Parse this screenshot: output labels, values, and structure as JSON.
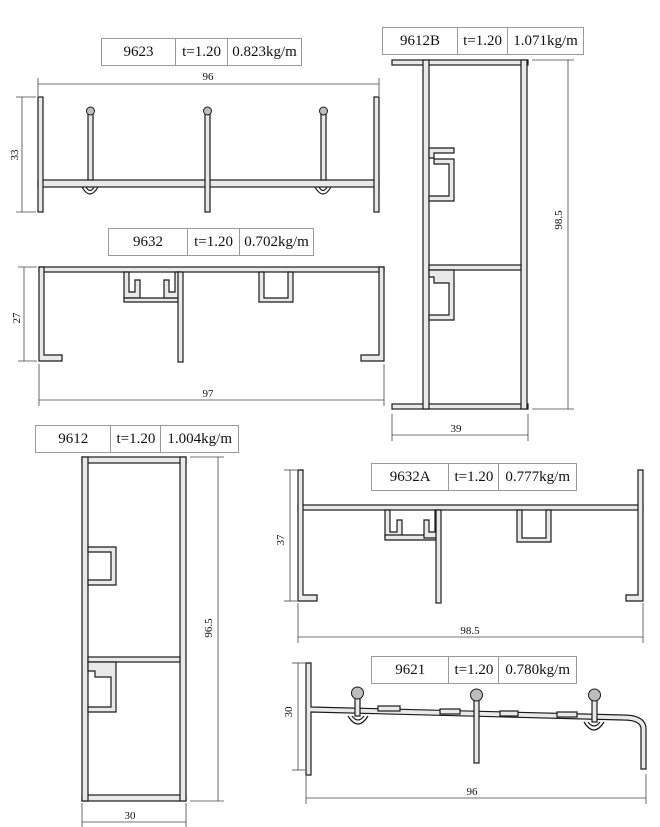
{
  "profiles": [
    {
      "code": "9623",
      "thickness": "t=1.20",
      "weight": "0.823kg/m",
      "width": "96",
      "height": "33"
    },
    {
      "code": "9612B",
      "thickness": "t=1.20",
      "weight": "1.071kg/m",
      "width": "39",
      "height": "98.5"
    },
    {
      "code": "9632",
      "thickness": "t=1.20",
      "weight": "0.702kg/m",
      "width": "97",
      "height": "27"
    },
    {
      "code": "9612",
      "thickness": "t=1.20",
      "weight": "1.004kg/m",
      "width": "30",
      "height": "96.5"
    },
    {
      "code": "9632A",
      "thickness": "t=1.20",
      "weight": "0.777kg/m",
      "width": "98.5",
      "height": "37"
    },
    {
      "code": "9621",
      "thickness": "t=1.20",
      "weight": "0.780kg/m",
      "width": "96",
      "height": "30"
    }
  ]
}
